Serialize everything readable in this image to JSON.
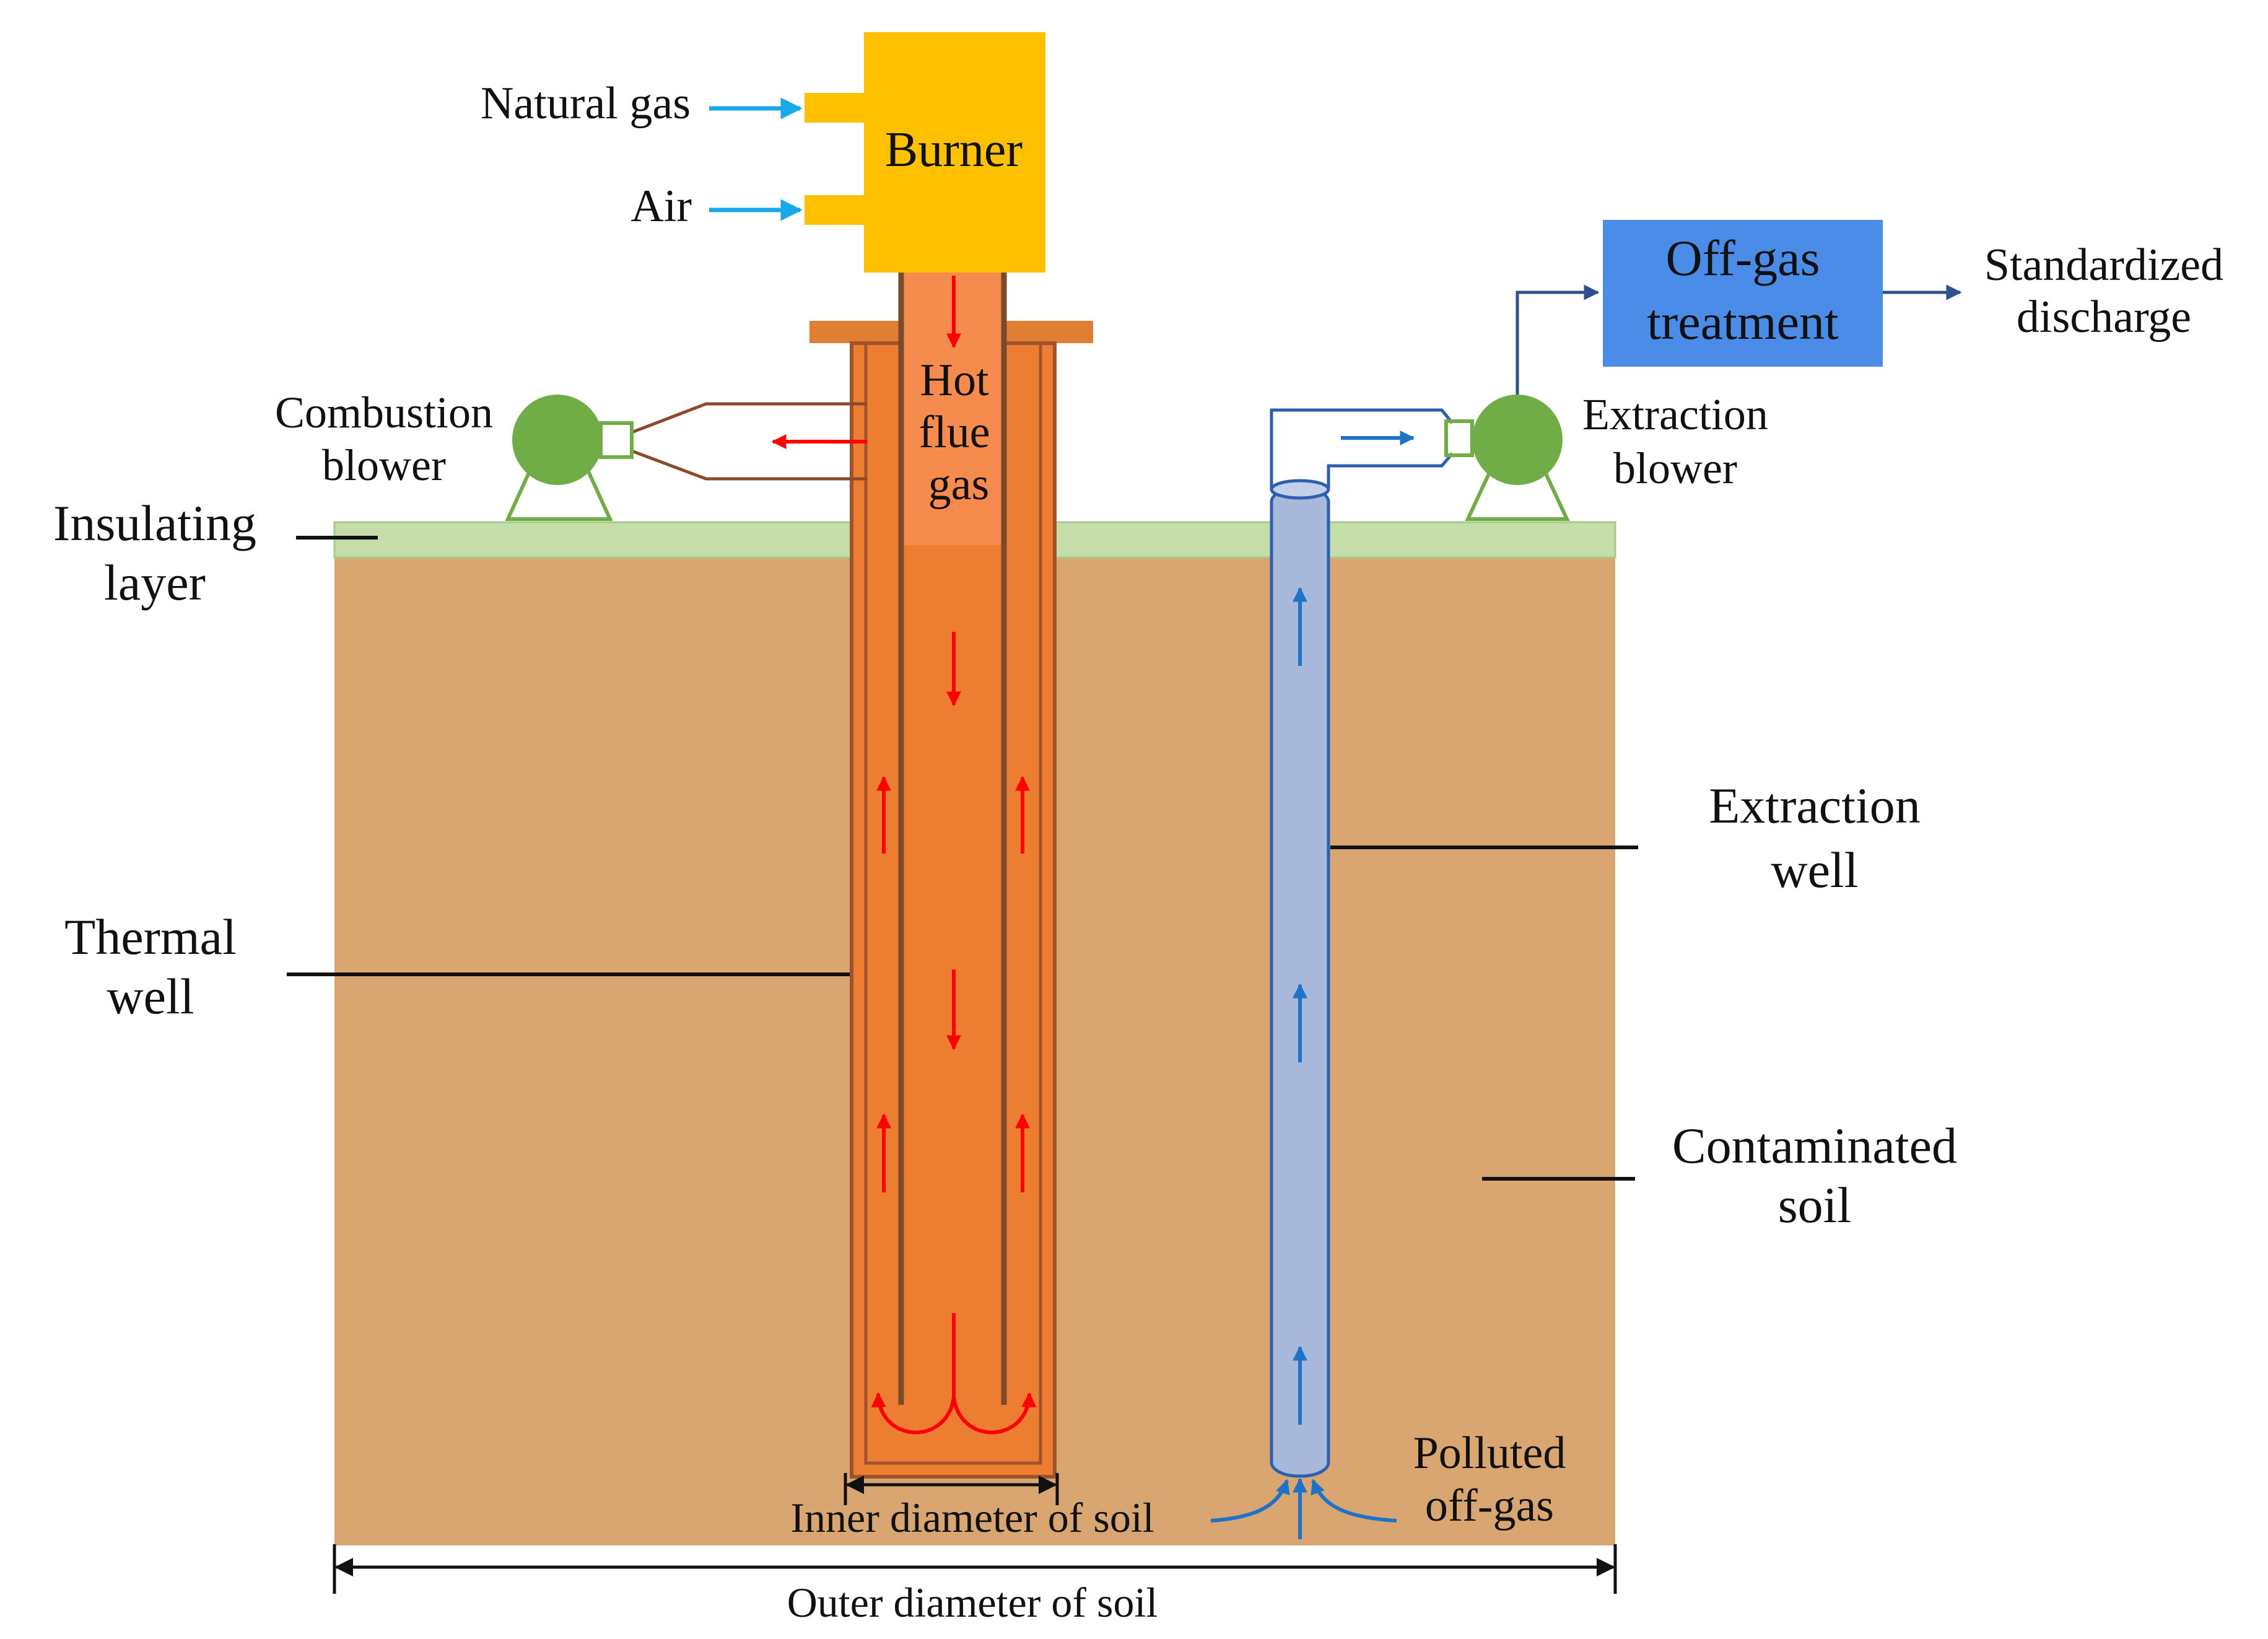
{
  "labels": {
    "natural_gas": "Natural gas",
    "air": "Air",
    "burner": "Burner",
    "hot_flue_gas": [
      "Hot",
      "flue",
      "gas"
    ],
    "combustion_blower": [
      "Combustion",
      "blower"
    ],
    "insulating_layer": [
      "Insulating",
      "layer"
    ],
    "thermal_well": [
      "Thermal",
      "well"
    ],
    "inner_diameter": "Inner diameter of soil",
    "outer_diameter": "Outer diameter of soil",
    "off_gas_treatment": [
      "Off-gas",
      "treatment"
    ],
    "standardized_discharge": [
      "Standardized",
      "discharge"
    ],
    "extraction_blower": [
      "Extraction",
      "blower"
    ],
    "extraction_well": [
      "Extraction",
      "well"
    ],
    "contaminated_soil": [
      "Contaminated",
      "soil"
    ],
    "polluted_off_gas": [
      "Polluted",
      "off-gas"
    ]
  },
  "colors": {
    "soil": "#D9A671",
    "insulating_layer": "#C5DDA8",
    "burner": "#FFC000",
    "well_outer": "#ED7D31",
    "well_outer_border": "#A0522D",
    "well_inner": "#F08A48",
    "flange": "#E07F34",
    "extraction_well": "#A8B8DA",
    "extraction_border": "#2E5FAF",
    "blower": "#70AD47",
    "treatment_box": "#4A8CE8",
    "gas_arrow": "#19A9E8",
    "flow_red": "#FF0000",
    "flow_blue": "#1E73C8",
    "leader_line": "#111111"
  }
}
